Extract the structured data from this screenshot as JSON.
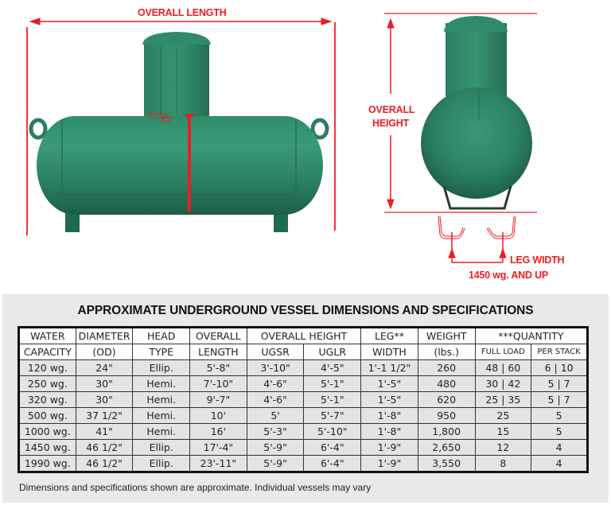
{
  "illustration": {
    "side_view": {
      "overall_length_label": "OVERALL LENGTH"
    },
    "end_view": {
      "overall_height_label_line1": "OVERALL",
      "overall_height_label_line2": "HEIGHT",
      "leg_width_label": "LEG WIDTH",
      "leg_width_note": "1450 wg. AND UP"
    },
    "colors": {
      "annotation_red": "#ed1c24",
      "tank_green": "#2e8a6a"
    }
  },
  "table": {
    "title": "APPROXIMATE UNDERGROUND VESSEL DIMENSIONS AND SPECIFICATIONS",
    "headers": {
      "water_capacity": [
        "WATER",
        "CAPACITY"
      ],
      "diameter": [
        "DIAMETER",
        "(OD)"
      ],
      "head_type": [
        "HEAD",
        "TYPE"
      ],
      "overall_length": [
        "OVERALL",
        "LENGTH"
      ],
      "overall_height": "OVERALL HEIGHT",
      "ugsr": "UGSR",
      "uglr": "UGLR",
      "leg_width": [
        "LEG**",
        "WIDTH"
      ],
      "weight": [
        "WEIGHT",
        "(lbs.)"
      ],
      "quantity": "***QUANTITY",
      "full_load": "FULL LOAD",
      "per_stack": "PER STACK"
    },
    "rows": [
      {
        "capacity": "120 wg.",
        "diameter": "24\"",
        "head": "Ellip.",
        "length": "5'-8\"",
        "ugsr": "3'-10\"",
        "uglr": "4'-5\"",
        "leg": "1'-1 1/2\"",
        "weight": "260",
        "full_load": "48 | 60",
        "per_stack": "6 | 10"
      },
      {
        "capacity": "250 wg.",
        "diameter": "30\"",
        "head": "Hemi.",
        "length": "7'-10\"",
        "ugsr": "4'-6\"",
        "uglr": "5'-1\"",
        "leg": "1'-5\"",
        "weight": "480",
        "full_load": "30 | 42",
        "per_stack": "5 | 7"
      },
      {
        "capacity": "320 wg.",
        "diameter": "30\"",
        "head": "Hemi.",
        "length": "9'-7\"",
        "ugsr": "4'-6\"",
        "uglr": "5'-1\"",
        "leg": "1'-5\"",
        "weight": "620",
        "full_load": "25 | 35",
        "per_stack": "5 | 7"
      },
      {
        "capacity": "500 wg.",
        "diameter": "37 1/2\"",
        "head": "Hemi.",
        "length": "10'",
        "ugsr": "5'",
        "uglr": "5'-7\"",
        "leg": "1'-8\"",
        "weight": "950",
        "full_load": "25",
        "per_stack": "5"
      },
      {
        "capacity": "1000 wg.",
        "diameter": "41\"",
        "head": "Hemi.",
        "length": "16'",
        "ugsr": "5'-3\"",
        "uglr": "5'-10\"",
        "leg": "1'-8\"",
        "weight": "1,800",
        "full_load": "15",
        "per_stack": "5"
      },
      {
        "capacity": "1450 wg.",
        "diameter": "46 1/2\"",
        "head": "Ellip.",
        "length": "17'-4\"",
        "ugsr": "5'-9\"",
        "uglr": "6'-4\"",
        "leg": "1'-9\"",
        "weight": "2,650",
        "full_load": "12",
        "per_stack": "4"
      },
      {
        "capacity": "1990 wg.",
        "diameter": "46 1/2\"",
        "head": "Ellip.",
        "length": "23'-11\"",
        "ugsr": "5'-9\"",
        "uglr": "6'-4\"",
        "leg": "1'-9\"",
        "weight": "3,550",
        "full_load": "8",
        "per_stack": "4"
      }
    ],
    "footnote": "Dimensions and specifications shown are approximate. Individual vessels may vary"
  }
}
